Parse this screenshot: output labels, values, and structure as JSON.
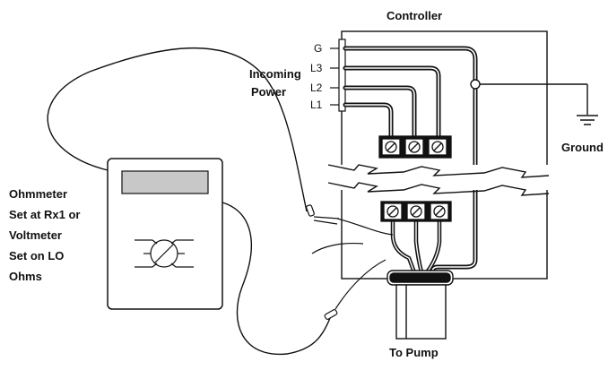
{
  "controller": {
    "title": "Controller"
  },
  "incoming_power": {
    "label_line1": "Incoming",
    "label_line2": "Power",
    "lines": [
      "G",
      "L3",
      "L2",
      "L1"
    ]
  },
  "ground": {
    "label": "Ground"
  },
  "pump": {
    "label": "To Pump"
  },
  "meter": {
    "label_lines": [
      "Ohmmeter",
      "Set at Rx1 or",
      "Voltmeter",
      "Set on LO",
      "Ohms"
    ]
  }
}
